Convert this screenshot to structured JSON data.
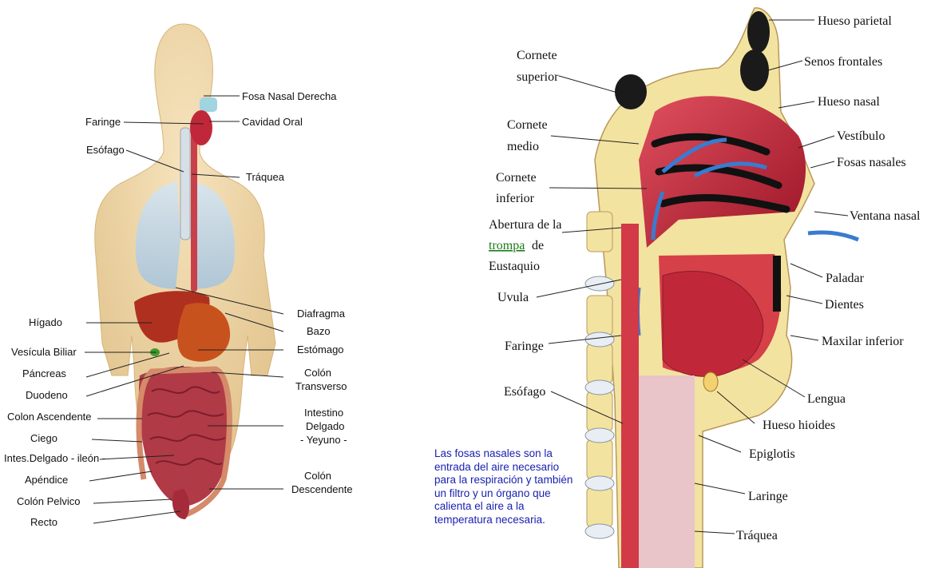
{
  "body_diagram": {
    "labels": {
      "fosa_nasal": "Fosa Nasal Derecha",
      "faringe": "Faringe",
      "cavidad_oral": "Cavidad Oral",
      "esofago": "Esófago",
      "traquea": "Tráquea",
      "diafragma": "Diafragma",
      "bazo": "Bazo",
      "higado": "Hígado",
      "vesicula": "Vesícula Biliar",
      "estomago": "Estómago",
      "pancreas": "Páncreas",
      "colon_t1": "Colón",
      "colon_t2": "Transverso",
      "duodeno": "Duodeno",
      "colon_asc": "Colon Ascendente",
      "int_d1": "Intestino",
      "int_d2": "Delgado",
      "int_d3": "- Yeyuno -",
      "ciego": "Ciego",
      "int_ileon": "Intes.Delgado - ileón -",
      "apendice": "Apéndice",
      "colon_d1": "Colón",
      "colon_d2": "Descendente",
      "colon_pelvico": "Colón Pelvico",
      "recto": "Recto"
    }
  },
  "head_diagram": {
    "labels": {
      "hueso_parietal": "Hueso parietal",
      "senos_frontales": "Senos frontales",
      "hueso_nasal": "Hueso nasal",
      "vestibulo": "Vestíbulo",
      "fosas_nasales": "Fosas nasales",
      "ventana_nasal": "Ventana nasal",
      "cornete_sup1": "Cornete",
      "cornete_sup2": "superior",
      "cornete_med1": "Cornete",
      "cornete_med2": "medio",
      "cornete_inf1": "Cornete",
      "cornete_inf2": "inferior",
      "abertura1": "Abertura de la",
      "trompa": "trompa",
      "abertura_de": "de",
      "abertura3": "Eustaquio",
      "paladar": "Paladar",
      "dientes": "Dientes",
      "uvula": "Uvula",
      "maxilar": "Maxilar inferior",
      "faringe": "Faringe",
      "lengua": "Lengua",
      "esofago": "Esófago",
      "hueso_hioides": "Hueso hioides",
      "epiglotis": "Epiglotis",
      "laringe": "Laringe",
      "traquea": "Tráquea"
    }
  },
  "note": "Las fosas nasales son la entrada del aire necesario para la respiración y también un filtro y un órgano que calienta el aire a la temperatura necesaria.",
  "colors": {
    "note_text": "#1a22b0",
    "link": "#1a7a1a",
    "tissue_red": "#c0283a",
    "skin": "#f2d9a8",
    "lung": "#b9d3e6"
  }
}
